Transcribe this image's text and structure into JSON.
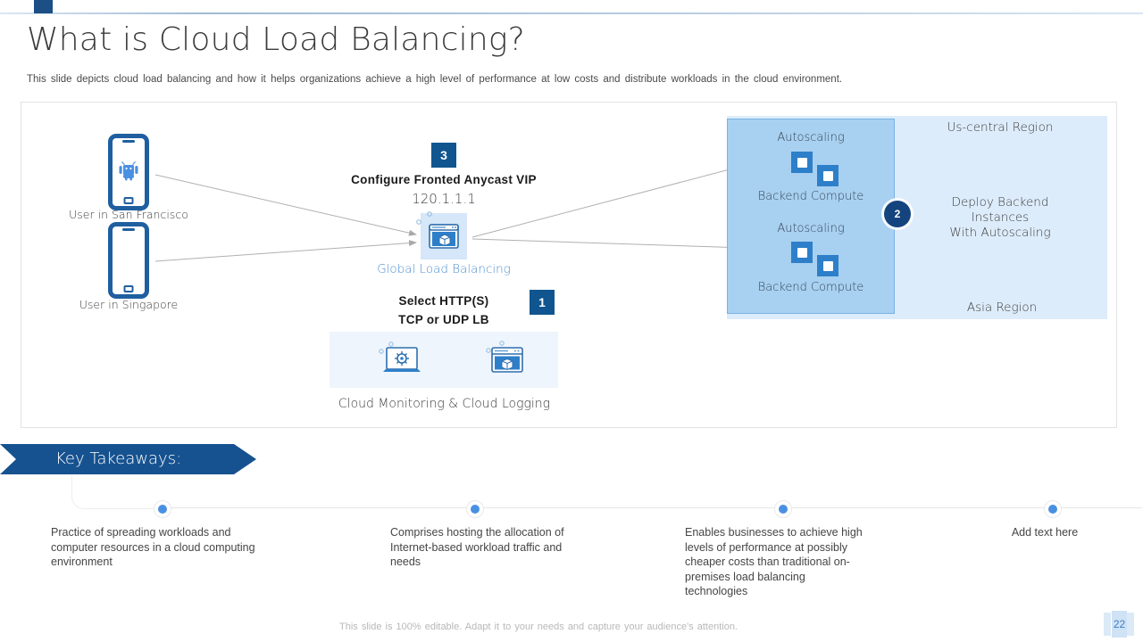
{
  "header": {
    "title": "What is Cloud Load Balancing?",
    "subtitle": "This slide depicts cloud load balancing and how it helps organizations achieve a high level of performance at low costs and distribute workloads in the cloud environment."
  },
  "diagram": {
    "users": [
      {
        "label": "User in San Francisco",
        "icon": "android-phone-icon"
      },
      {
        "label": "User in Singapore",
        "icon": "phone-icon"
      }
    ],
    "center": {
      "step3_badge": "3",
      "step3_title": "Configure Fronted Anycast VIP",
      "vip_ip": "120.1.1.1",
      "lb_caption": "Global Load Balancing",
      "step1_badge": "1",
      "step1_title_line1": "Select HTTP(S)",
      "step1_title_line2": "TCP or UDP LB",
      "monitor_caption": "Cloud Monitoring & Cloud Logging",
      "monitor_icons": [
        "laptop-gear-icon",
        "browser-cube-icon"
      ]
    },
    "regions": {
      "step2_badge": "2",
      "step2_title_line1": "Deploy Backend",
      "step2_title_line2": "Instances",
      "step2_title_line3": "With Autoscaling",
      "top_region": "Us-central Region",
      "bottom_region": "Asia Region",
      "groups": [
        {
          "autoscaling": "Autoscaling",
          "backend": "Backend Compute"
        },
        {
          "autoscaling": "Autoscaling",
          "backend": "Backend Compute"
        }
      ]
    }
  },
  "takeaways": {
    "banner": "Key Takeaways:",
    "items": [
      "Practice of spreading workloads and computer resources in a cloud computing environment",
      "Comprises hosting the allocation of Internet-based workload traffic and needs",
      "Enables businesses to achieve high levels of performance at possibly cheaper costs than traditional on-premises load balancing technologies",
      "Add text here"
    ]
  },
  "footer": {
    "note": "This slide is 100% editable. Adapt it to your needs and capture your audience's attention.",
    "page_number": "22"
  },
  "colors": {
    "brand_dark": "#16528f",
    "brand_mid": "#2e7fc9",
    "accent_light": "#a8d0f0",
    "region_bg": "#ddecfb",
    "dot": "#4a90e2"
  }
}
